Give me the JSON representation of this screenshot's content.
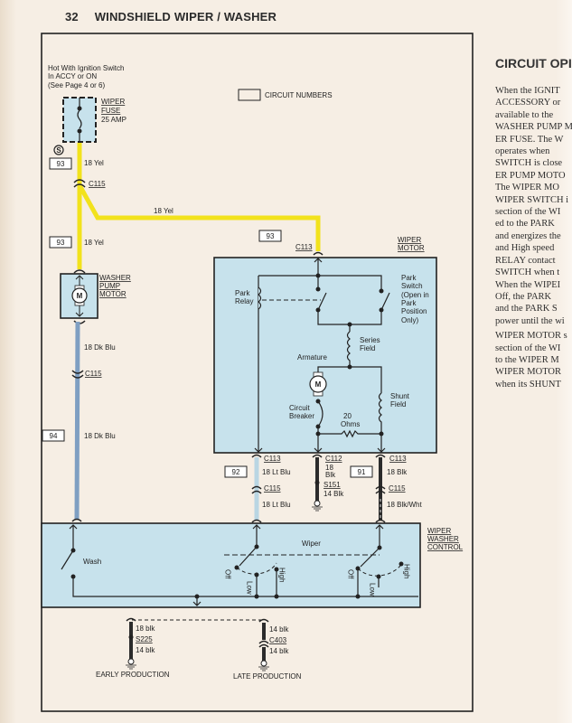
{
  "header": {
    "page_number": "32",
    "title": "WINDSHIELD WIPER / WASHER"
  },
  "colors": {
    "yellow_wire": "#f2e21c",
    "dk_blue_wire": "#7f9fc2",
    "lt_blue_wire": "#b9d6e3",
    "black_wire": "#2b2b2b",
    "component_fill": "#c7e2ec",
    "page_bg": "#f6eee4"
  },
  "legend": {
    "circuit_numbers_label": "CIRCUIT NUMBERS"
  },
  "power": {
    "source_line1": "Hot With Ignition Switch",
    "source_line2": "In ACCY or ON",
    "source_line3": "(See Page 4 or 6)",
    "fuse_name_1": "WIPER",
    "fuse_name_2": "FUSE",
    "fuse_rating": "25 AMP",
    "splice_symbol": "S"
  },
  "wires": {
    "w93a": {
      "circuit": "93",
      "label": "18 Yel"
    },
    "w93b": {
      "circuit": "93",
      "label": "18 Yel"
    },
    "w93c": {
      "circuit": "93",
      "label": "18 Yel"
    },
    "w94a": {
      "label": "18 Dk Blu"
    },
    "w94b": {
      "circuit": "94",
      "label": "18 Dk Blu"
    },
    "w92a": {
      "circuit": "92",
      "label": "18 Lt Blu"
    },
    "w92b": {
      "label": "18 Lt Blu"
    },
    "wgnd1": {
      "label1": "18",
      "label2": "Blk"
    },
    "wgnd2": {
      "label": "14 Blk"
    },
    "w91a": {
      "circuit": "91",
      "label": "18 Blk"
    },
    "w91b": {
      "label": "18 Blk/Wht"
    }
  },
  "connectors": {
    "c115_a": "C115",
    "c115_b": "C115",
    "c113_top": "C113",
    "c113_left": "C113",
    "c112": "C112",
    "s151": "S151",
    "c113_right": "C113",
    "c115_lt": "C115",
    "c115_rt": "C115"
  },
  "washer_pump": {
    "name_1": "WASHER",
    "name_2": "PUMP",
    "name_3": "MOTOR",
    "motor_symbol": "M"
  },
  "wiper_motor": {
    "name_1": "WIPER",
    "name_2": "MOTOR",
    "park_relay_1": "Park",
    "park_relay_2": "Relay",
    "park_switch": [
      "Park",
      "Switch",
      "(Open in",
      "Park",
      "Position",
      "Only)"
    ],
    "series_field_1": "Series",
    "series_field_2": "Field",
    "armature": "Armature",
    "motor_symbol": "M",
    "circuit_breaker_1": "Circuit",
    "circuit_breaker_2": "Breaker",
    "shunt_field_1": "Shunt",
    "shunt_field_2": "Field",
    "resistor_1": "20",
    "resistor_2": "Ohms"
  },
  "control": {
    "name_1": "WIPER",
    "name_2": "WASHER",
    "name_3": "CONTROL",
    "wash": "Wash",
    "wiper": "Wiper",
    "off": "Off",
    "low": "Low",
    "high": "High"
  },
  "grounds": {
    "early_wire_1": "18 blk",
    "early_splice": "S225",
    "early_wire_2": "14 blk",
    "early_label": "EARLY PRODUCTION",
    "late_wire_1": "14 blk",
    "late_connector": "C403",
    "late_wire_2": "14 blk",
    "late_label": "LATE PRODUCTION"
  },
  "side_panel": {
    "title": "CIRCUIT OPI",
    "para1": [
      "When the IGNIT",
      "ACCESSORY or",
      "available to the",
      "WASHER PUMP M",
      "ER FUSE. The W",
      "operates when",
      "SWITCH is close",
      "ER PUMP MOTO",
      "The WIPER MO",
      "WIPER SWITCH i",
      "section of the WI",
      "ed to the PARK",
      "and energizes the",
      "and High speed",
      "RELAY contact",
      "SWITCH when t",
      "When the WIPEI",
      "Off, the PARK",
      "and the PARK S",
      "power until the wi"
    ],
    "para2": [
      "WIPER MOTOR s",
      "section of the WI",
      "to the WIPER M",
      "WIPER MOTOR",
      "when its SHUNT"
    ]
  }
}
